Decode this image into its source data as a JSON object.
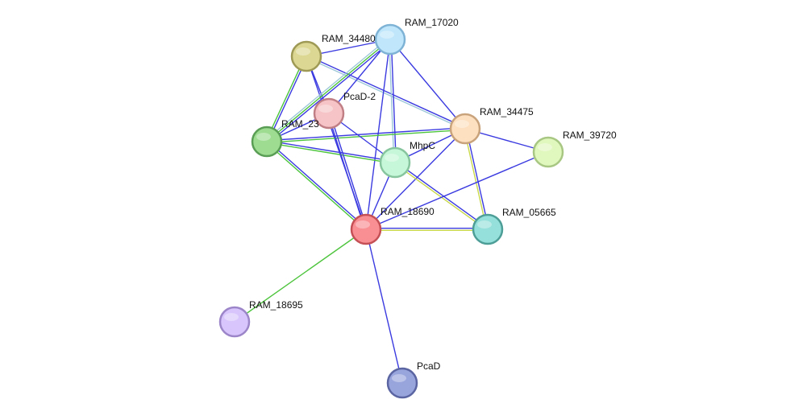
{
  "nodes": [
    {
      "id": "RAM_17020",
      "label": "RAM_17020",
      "fill": "#bfe6fb",
      "stroke": "#7fb3d6"
    },
    {
      "id": "RAM_34480",
      "label": "RAM_34480",
      "fill": "#dcd893",
      "stroke": "#9e9a55"
    },
    {
      "id": "PcaD-2",
      "label": "PcaD-2",
      "fill": "#f6c3c6",
      "stroke": "#c07f85"
    },
    {
      "id": "RAM_23",
      "label": "RAM_23",
      "fill": "#9ddc91",
      "stroke": "#5a9e55"
    },
    {
      "id": "RAM_34475",
      "label": "RAM_34475",
      "fill": "#fde0c0",
      "stroke": "#c9a37b"
    },
    {
      "id": "RAM_39720",
      "label": "RAM_39720",
      "fill": "#e0f7bd",
      "stroke": "#a8c783"
    },
    {
      "id": "MhpC",
      "label": "MhpC",
      "fill": "#c5f7d8",
      "stroke": "#86c59e"
    },
    {
      "id": "RAM_18690",
      "label": "RAM_18690",
      "fill": "#f98e93",
      "stroke": "#c55156"
    },
    {
      "id": "RAM_05665",
      "label": "RAM_05665",
      "fill": "#95e0db",
      "stroke": "#4e9e98"
    },
    {
      "id": "RAM_18695",
      "label": "RAM_18695",
      "fill": "#d7c5fb",
      "stroke": "#9c86c9"
    },
    {
      "id": "PcaD",
      "label": "PcaD",
      "fill": "#98a4dc",
      "stroke": "#5a65a2"
    }
  ],
  "edges": [
    {
      "source": "RAM_34480",
      "target": "RAM_17020",
      "colors": [
        "#3a3ae0"
      ]
    },
    {
      "source": "RAM_34480",
      "target": "RAM_23",
      "colors": [
        "#3a3ae0",
        "#4cc43c"
      ]
    },
    {
      "source": "RAM_34480",
      "target": "RAM_34475",
      "colors": [
        "#3a3ae0",
        "#9ec8d8"
      ]
    },
    {
      "source": "RAM_34480",
      "target": "PcaD-2",
      "colors": [
        "#3a3ae0"
      ]
    },
    {
      "source": "RAM_34480",
      "target": "RAM_18690",
      "colors": [
        "#3a3ae0"
      ]
    },
    {
      "source": "RAM_17020",
      "target": "RAM_23",
      "colors": [
        "#3a3ae0",
        "#4cc43c",
        "#9ec8d8"
      ]
    },
    {
      "source": "RAM_17020",
      "target": "PcaD-2",
      "colors": [
        "#3a3ae0"
      ]
    },
    {
      "source": "RAM_17020",
      "target": "RAM_34475",
      "colors": [
        "#3a3ae0"
      ]
    },
    {
      "source": "RAM_17020",
      "target": "MhpC",
      "colors": [
        "#3a3ae0",
        "#9ec8d8"
      ]
    },
    {
      "source": "RAM_17020",
      "target": "RAM_18690",
      "colors": [
        "#3a3ae0"
      ]
    },
    {
      "source": "RAM_23",
      "target": "RAM_34475",
      "colors": [
        "#3a3ae0",
        "#4cc43c"
      ]
    },
    {
      "source": "RAM_23",
      "target": "MhpC",
      "colors": [
        "#3a3ae0",
        "#4cc43c"
      ]
    },
    {
      "source": "RAM_23",
      "target": "PcaD-2",
      "colors": [
        "#3a3ae0"
      ]
    },
    {
      "source": "RAM_23",
      "target": "RAM_18690",
      "colors": [
        "#3a3ae0",
        "#4cc43c"
      ]
    },
    {
      "source": "PcaD-2",
      "target": "RAM_18690",
      "colors": [
        "#3a3ae0",
        "#3a3ae0"
      ]
    },
    {
      "source": "PcaD-2",
      "target": "MhpC",
      "colors": [
        "#3a3ae0"
      ]
    },
    {
      "source": "RAM_34475",
      "target": "MhpC",
      "colors": [
        "#3a3ae0"
      ]
    },
    {
      "source": "RAM_34475",
      "target": "RAM_39720",
      "colors": [
        "#3a3ae0"
      ]
    },
    {
      "source": "RAM_34475",
      "target": "RAM_05665",
      "colors": [
        "#3a3ae0",
        "#c8d84a"
      ]
    },
    {
      "source": "RAM_34475",
      "target": "RAM_18690",
      "colors": [
        "#3a3ae0"
      ]
    },
    {
      "source": "MhpC",
      "target": "RAM_05665",
      "colors": [
        "#3a3ae0",
        "#c8d84a"
      ]
    },
    {
      "source": "MhpC",
      "target": "RAM_18690",
      "colors": [
        "#3a3ae0"
      ]
    },
    {
      "source": "RAM_39720",
      "target": "RAM_18690",
      "colors": [
        "#3a3ae0"
      ]
    },
    {
      "source": "RAM_18690",
      "target": "RAM_05665",
      "colors": [
        "#3a3ae0",
        "#c8d84a"
      ]
    },
    {
      "source": "RAM_18690",
      "target": "RAM_18695",
      "colors": [
        "#4cc43c"
      ]
    },
    {
      "source": "RAM_18690",
      "target": "PcaD",
      "colors": [
        "#3a3ae0"
      ]
    }
  ]
}
